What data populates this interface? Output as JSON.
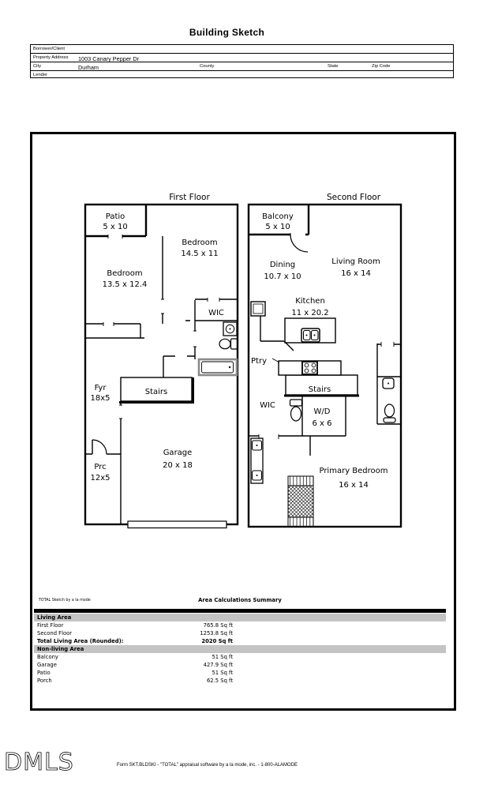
{
  "header": {
    "title": "Building Sketch"
  },
  "form": {
    "borrower_label": "Borrower/Client",
    "property_address_label": "Property Address",
    "property_address_value": "1003 Canary Pepper Dr",
    "city_label": "City",
    "city_value": "Durham",
    "county_label": "County",
    "state_label": "State",
    "zip_label": "Zip Code",
    "lender_label": "Lender"
  },
  "plan": {
    "first_floor": {
      "title": "First Floor",
      "patio_name": "Patio",
      "patio_dims": "5 x 10",
      "bedroom1_name": "Bedroom",
      "bedroom1_dims": "14.5 x 11",
      "bedroom2_name": "Bedroom",
      "bedroom2_dims": "13.5 x 12.4",
      "wic": "WIC",
      "stairs": "Stairs",
      "foyer_name": "Fyr",
      "foyer_dims": "18x5",
      "garage_name": "Garage",
      "garage_dims": "20 x 18",
      "porch_name": "Prc",
      "porch_dims": "12x5"
    },
    "second_floor": {
      "title": "Second Floor",
      "balcony_name": "Balcony",
      "balcony_dims": "5 x 10",
      "dining_name": "Dining",
      "dining_dims": "10.7 x 10",
      "living_name": "Living Room",
      "living_dims": "16 x 14",
      "kitchen_name": "Kitchen",
      "kitchen_dims": "11 x 20.2",
      "pantry": "Ptry",
      "stairs": "Stairs",
      "wic": "WIC",
      "wd_name": "W/D",
      "wd_dims": "6 x 6",
      "primary_name": "Primary Bedroom",
      "primary_dims": "16 x 14"
    }
  },
  "summary": {
    "branding": "TOTAL Sketch by a la mode",
    "title": "Area Calculations Summary",
    "living_header": "Living Area",
    "living_rows": [
      {
        "label": "First Floor",
        "value": "765.8 Sq ft"
      },
      {
        "label": "Second Floor",
        "value": "1253.8 Sq ft"
      },
      {
        "label": "Total Living Area (Rounded):",
        "value": "2020 Sq ft"
      }
    ],
    "nonliving_header": "Non-living Area",
    "nonliving_rows": [
      {
        "label": "Balcony",
        "value": "51 Sq ft"
      },
      {
        "label": "Garage",
        "value": "427.9 Sq ft"
      },
      {
        "label": "Patio",
        "value": "51 Sq ft"
      },
      {
        "label": "Porch",
        "value": "62.5 Sq ft"
      }
    ]
  },
  "footer": {
    "logo": "DMLS",
    "form_text": "Form SKT.BLDSKI - \"TOTAL\" appraisal software by a la mode, inc. - 1-800-ALAMODE"
  },
  "colors": {
    "walls": "#000000",
    "section_band": "#c4c4c4",
    "tub_outline": "#8a8a8a"
  }
}
